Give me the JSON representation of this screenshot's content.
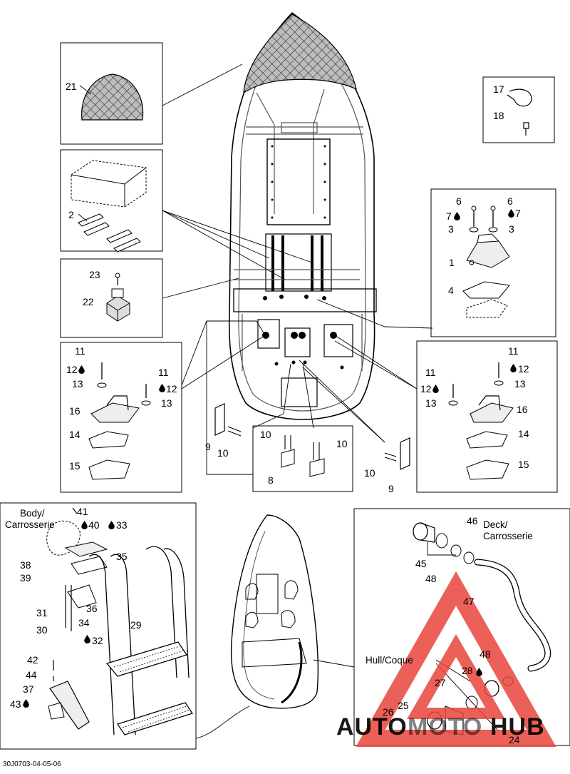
{
  "labels": {
    "l21": "21",
    "l17": "17",
    "l18": "18",
    "l2": "2",
    "l23": "23",
    "l22": "22",
    "l6a": "6",
    "l6b": "6",
    "l7a": "7",
    "l7b": "7",
    "l3a": "3",
    "l3b": "3",
    "l1": "1",
    "l4": "4",
    "l11a": "11",
    "l12a": "12",
    "l13a": "13",
    "l11b": "11",
    "l12b": "12",
    "l13b": "13",
    "l16a": "16",
    "l14a": "14",
    "l15a": "15",
    "l11c": "11",
    "l11d": "11",
    "l12c": "12",
    "l12d": "12",
    "l13c": "13",
    "l13d": "13",
    "l16b": "16",
    "l14b": "14",
    "l15b": "15",
    "l9a": "9",
    "l10a": "10",
    "l10b": "10",
    "l10c": "10",
    "l8": "8",
    "l10d": "10",
    "l9b": "9",
    "l41": "41",
    "l40": "40",
    "l33": "33",
    "l35": "35",
    "l38": "38",
    "l39": "39",
    "l36": "36",
    "l31": "31",
    "l34": "34",
    "l30": "30",
    "l32": "32",
    "l29": "29",
    "l42": "42",
    "l44": "44",
    "l37": "37",
    "l43": "43",
    "l46": "46",
    "l45": "45",
    "l48a": "48",
    "l47": "47",
    "l48b": "48",
    "l28": "28",
    "l27": "27",
    "l25": "25",
    "l26": "26",
    "l24": "24"
  },
  "captions": {
    "body_line1": "Body/",
    "body_line2": "Carrosserie",
    "deck_line1": "Deck/",
    "deck_line2": "Carrosserie",
    "hull": "Hull/Coque"
  },
  "reference_code": "30J0703-04-05-06",
  "watermark": {
    "text_left": "AUTO",
    "text_mid": "MOTO",
    "text_right": "HUB",
    "color_primary": "#e8453c",
    "color_secondary": "#f2a33a",
    "color_dark": "#3b3b3b"
  }
}
